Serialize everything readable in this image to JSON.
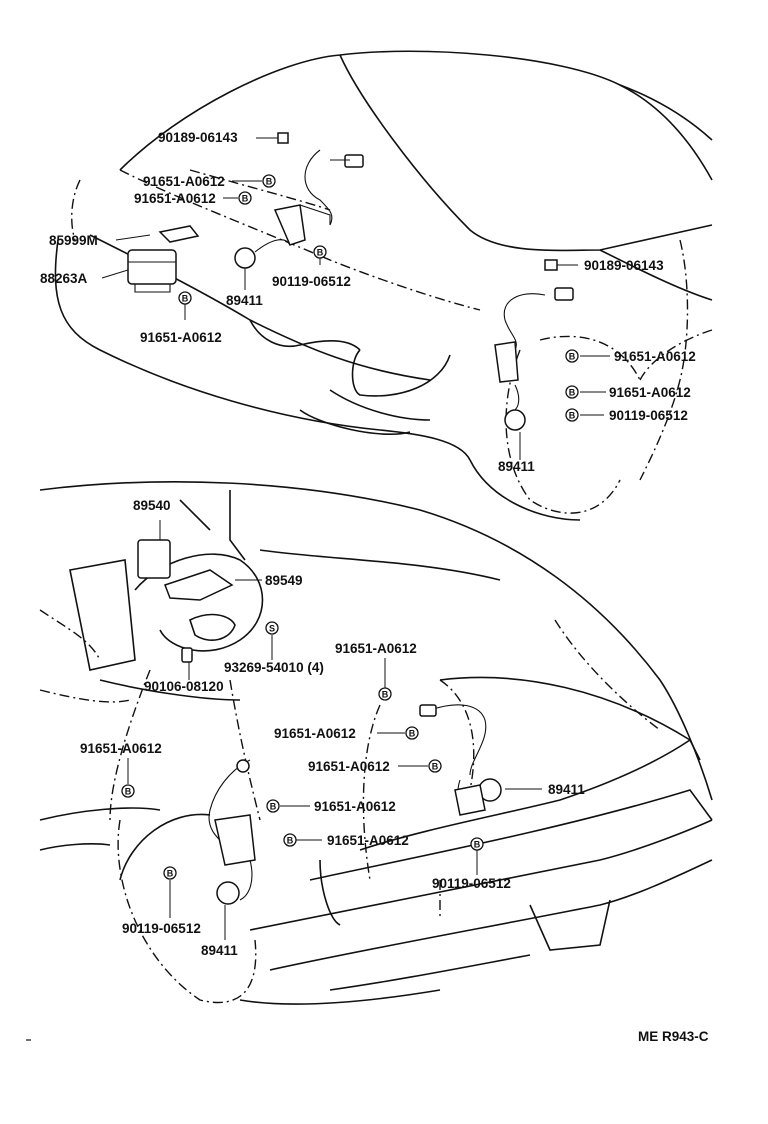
{
  "diagram_code": "ME  R943-C",
  "callouts": [
    {
      "id": "c1",
      "text": "90189-06143"
    },
    {
      "id": "c2",
      "text": "91651-A0612"
    },
    {
      "id": "c3",
      "text": "91651-A0612"
    },
    {
      "id": "c4",
      "text": "85999M"
    },
    {
      "id": "c5",
      "text": "88263A"
    },
    {
      "id": "c6",
      "text": "89411"
    },
    {
      "id": "c7",
      "text": "90119-06512"
    },
    {
      "id": "c8",
      "text": "91651-A0612"
    },
    {
      "id": "c9",
      "text": "90189-06143"
    },
    {
      "id": "c10",
      "text": "91651-A0612"
    },
    {
      "id": "c11",
      "text": "91651-A0612"
    },
    {
      "id": "c12",
      "text": "90119-06512"
    },
    {
      "id": "c13",
      "text": "89411"
    },
    {
      "id": "c14",
      "text": "89540"
    },
    {
      "id": "c15",
      "text": "89549"
    },
    {
      "id": "c16",
      "text": "93269-54010 (4)"
    },
    {
      "id": "c17",
      "text": "90106-08120"
    },
    {
      "id": "c18",
      "text": "91651-A0612"
    },
    {
      "id": "c19",
      "text": "91651-A0612"
    },
    {
      "id": "c20",
      "text": "91651-A0612"
    },
    {
      "id": "c21",
      "text": "89411"
    },
    {
      "id": "c22",
      "text": "91651-A0612"
    },
    {
      "id": "c23",
      "text": "91651-A0612"
    },
    {
      "id": "c24",
      "text": "91651-A0612"
    },
    {
      "id": "c25",
      "text": "90119-06512"
    },
    {
      "id": "c26",
      "text": "90119-06512"
    },
    {
      "id": "c27",
      "text": "89411"
    }
  ],
  "symbols": {
    "bolt": "B",
    "screw": "S"
  }
}
